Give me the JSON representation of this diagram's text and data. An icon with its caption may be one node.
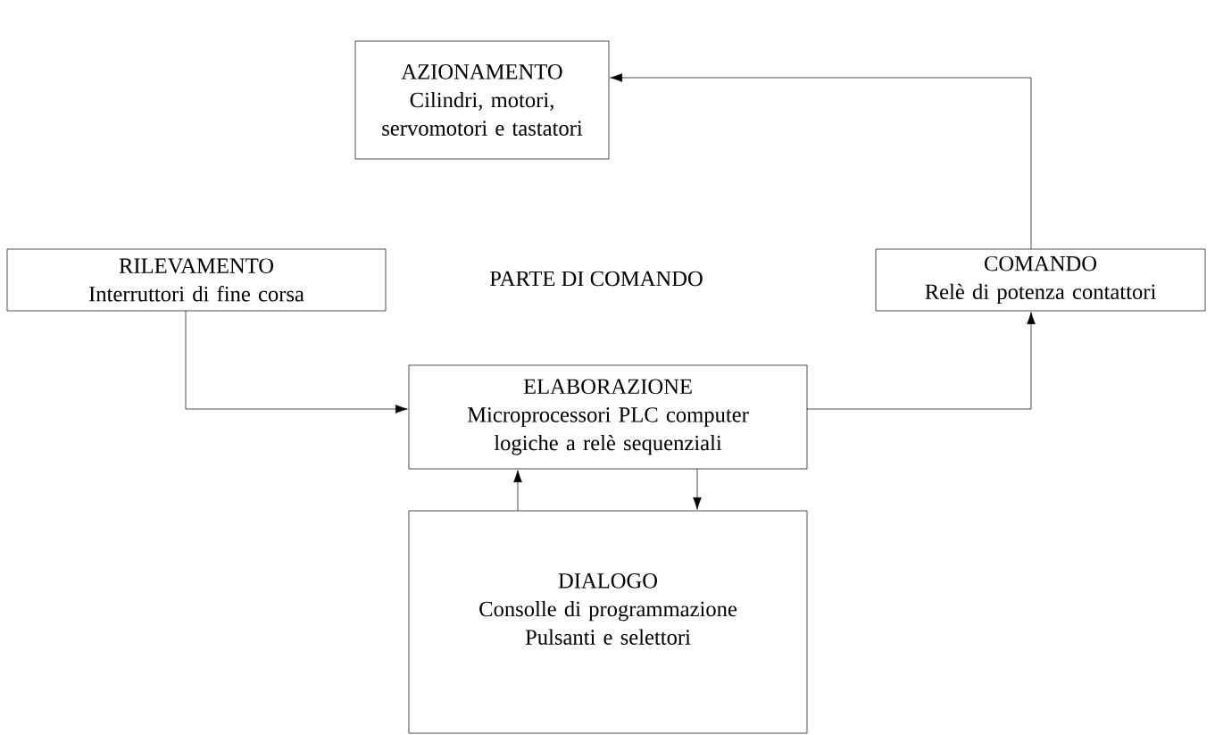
{
  "diagram": {
    "nodes": [
      {
        "text": [
          "AZIONAMENTO",
          "Cilindri, motori, servomotori e tastatori"
        ]
      },
      {
        "text": [
          "RILEVAMENTO",
          "Interruttori di fine corsa"
        ]
      },
      {
        "text": [
          "COMANDO",
          "Relè di potenza contattori"
        ]
      },
      {
        "text": [
          "ELABORAZIONE",
          "Microprocessori PLC computer logiche a relè sequenziali"
        ]
      },
      {
        "text": [
          "DIALOGO",
          "Consolle di programmazione Pulsanti e selettori"
        ]
      }
    ],
    "edges": [
      {
        "from": 1,
        "to": 3,
        "arrow": "to"
      },
      {
        "from": 3,
        "to": 2,
        "arrow": "to"
      },
      {
        "from": 2,
        "to": 0,
        "arrow": "to"
      },
      {
        "from": 4,
        "to": 3,
        "arrow": "to"
      },
      {
        "from": 3,
        "to": 4,
        "arrow": "to"
      }
    ],
    "labels": [
      "PARTE DI COMANDO"
    ]
  }
}
